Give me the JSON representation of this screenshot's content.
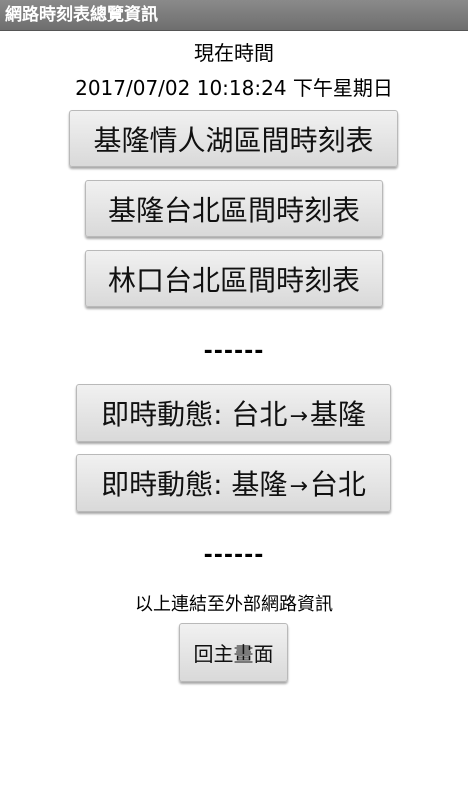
{
  "app": {
    "title": "網路時刻表總覽資訊"
  },
  "header": {
    "now_label": "現在時間",
    "datetime": "2017/07/02 10:18:24 下午星期日"
  },
  "timetable_buttons": [
    {
      "label": "基隆情人湖區間時刻表"
    },
    {
      "label": "基隆台北區間時刻表"
    },
    {
      "label": "林口台北區間時刻表"
    }
  ],
  "divider_text": "------",
  "realtime_buttons": [
    {
      "prefix": "即時動態: 台北",
      "arrow": "→",
      "suffix": "基隆"
    },
    {
      "prefix": "即時動態: 基隆",
      "arrow": "→",
      "suffix": "台北"
    }
  ],
  "footer": {
    "note": "以上連結至外部網路資訊",
    "home_label": "回主畫面"
  }
}
